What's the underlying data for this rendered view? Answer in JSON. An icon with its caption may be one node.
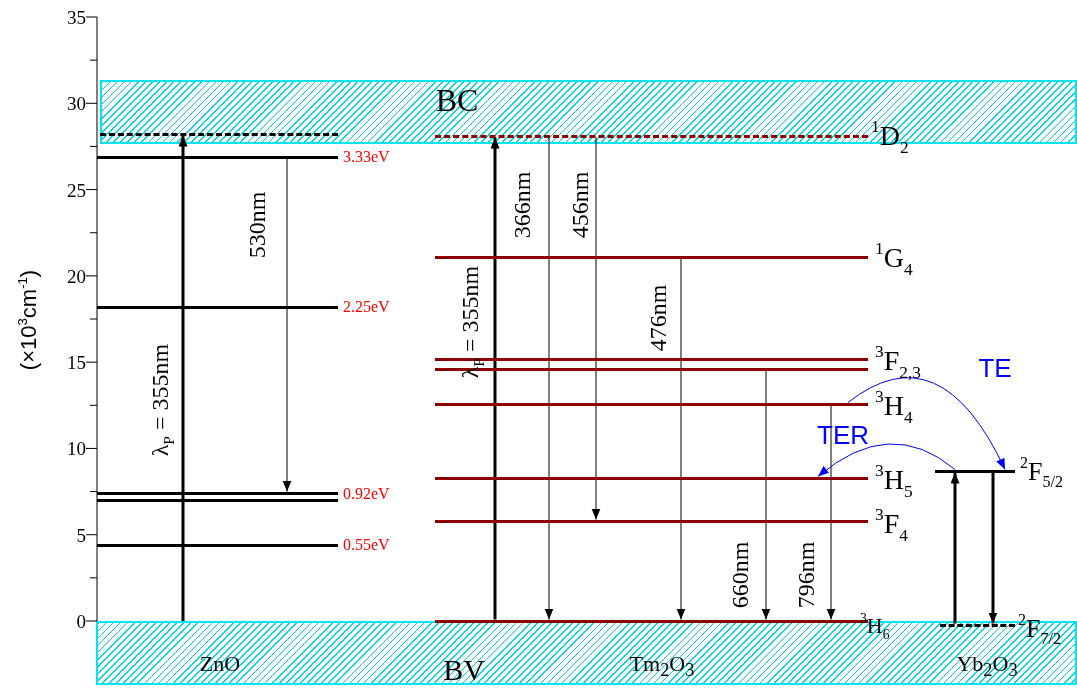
{
  "diagram": {
    "nodes": [
      {
        "text": [
          "BC"
        ]
      },
      {
        "text": [],
        "shape": "bar",
        "in": 0
      },
      {
        "text": [],
        "shape": "bar",
        "in": 0,
        "beside": [
          "$^{1}$D$_{2}$"
        ]
      },
      {
        "text": [],
        "shape": "bar",
        "beside": [
          "3.33eV"
        ]
      },
      {
        "text": [],
        "shape": "bar",
        "beside": [
          "2.25eV"
        ]
      },
      {
        "text": [],
        "shape": "bar",
        "beside": [
          "0.92eV"
        ]
      },
      {
        "text": [],
        "shape": "bar"
      },
      {
        "text": [],
        "shape": "bar",
        "beside": [
          "0.55eV"
        ]
      },
      {
        "text": [],
        "shape": "bar",
        "beside": [
          "$^{1}$G$_{4}$"
        ]
      },
      {
        "text": [],
        "shape": "bar",
        "beside": [
          "$^{3}$F$_{2,3}$"
        ]
      },
      {
        "text": [],
        "shape": "bar"
      },
      {
        "text": [],
        "shape": "bar",
        "beside": [
          "$^{3}$H$_{4}$"
        ]
      },
      {
        "text": [],
        "shape": "bar",
        "beside": [
          "$^{3}$H$_{5}$"
        ]
      },
      {
        "text": [],
        "shape": "bar",
        "beside": [
          "$^{3}$F$_{4}$"
        ]
      },
      {
        "text": [],
        "shape": "bar",
        "beside": [
          "$^{2}$F$_{5/2}$"
        ]
      },
      {
        "text": [
          "ZnO",
          "BV",
          "Tm$_{2}$O$_{3}$",
          "Yb$_{2}$O$_{3}$"
        ]
      },
      {
        "text": [],
        "shape": "bar",
        "beside": [
          "$^{3}$H$_{6}$"
        ]
      },
      {
        "text": [],
        "shape": "bar",
        "in": 15,
        "beside": [
          "$^{2}$F$_{7/2}$"
        ]
      }
    ],
    "edges": [
      {
        "from": 15,
        "to": 1,
        "arrow": "to",
        "label": "λ$_{P}$ = 355nm",
        "style": "thick"
      },
      {
        "from": 3,
        "to": 5,
        "arrow": "to",
        "label": "530nm"
      },
      {
        "from": 16,
        "to": 2,
        "arrow": "to",
        "label": "λ$_{P}$ = 355nm",
        "style": "thick"
      },
      {
        "from": 2,
        "to": 16,
        "arrow": "to",
        "label": "366nm"
      },
      {
        "from": 2,
        "to": 13,
        "arrow": "to",
        "label": "456nm"
      },
      {
        "from": 8,
        "to": 16,
        "arrow": "to",
        "label": "476nm"
      },
      {
        "from": 10,
        "to": 16,
        "arrow": "to",
        "label": "660nm"
      },
      {
        "from": 11,
        "to": 16,
        "arrow": "to",
        "label": "796nm"
      },
      {
        "from": 11,
        "to": 14,
        "arrow": "to",
        "label": "TE",
        "color": "#0000ff"
      },
      {
        "from": 14,
        "to": 12,
        "arrow": "to",
        "label": "TER",
        "color": "#0000ff"
      },
      {
        "from": 17,
        "to": 14,
        "arrow": "to",
        "style": "thick"
      },
      {
        "from": 14,
        "to": 17,
        "arrow": "to",
        "style": "thick"
      }
    ],
    "labels": [
      "35",
      "30",
      "25",
      "20",
      "15",
      "10",
      "5",
      "0",
      "(×10$^{3}$cm$^{-1}$)"
    ]
  }
}
